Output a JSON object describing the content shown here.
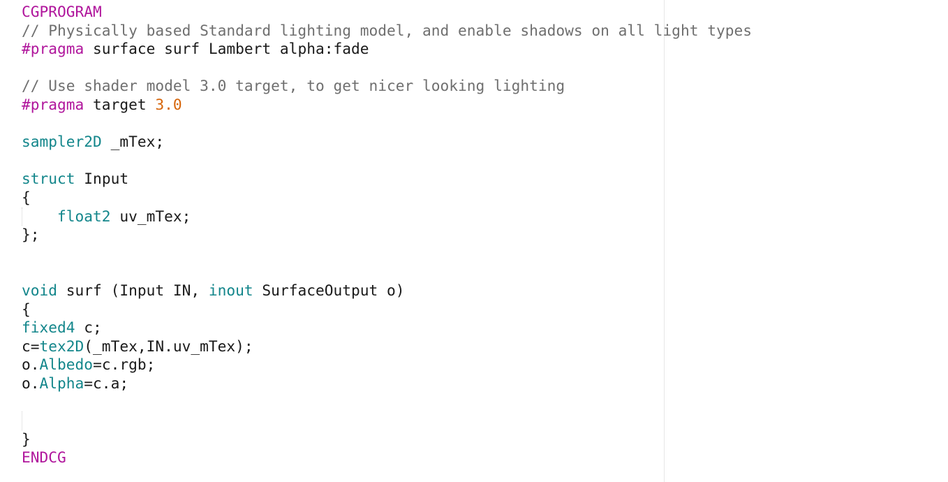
{
  "editor": {
    "lines": [
      {
        "t0": "CGPROGRAM"
      },
      {
        "t0": "// Physically based Standard lighting model, and enable shadows on all light types"
      },
      {
        "t0": "#pragma",
        "t1": " surface surf Lambert alpha:fade"
      },
      {},
      {
        "t0": "// Use shader model 3.0 target, to get nicer looking lighting"
      },
      {
        "t0": "#pragma",
        "t1": " target ",
        "t2": "3.0"
      },
      {},
      {
        "t0": "sampler2D",
        "t1": " _mTex;"
      },
      {},
      {
        "t0": "struct",
        "t1": " Input"
      },
      {
        "t0": "{"
      },
      {
        "t0": "    ",
        "t1": "float2",
        "t2": " uv_mTex;"
      },
      {
        "t0": "};"
      },
      {},
      {},
      {
        "t0": "void",
        "t1": " surf (Input IN, ",
        "t2": "inout",
        "t3": " SurfaceOutput o)"
      },
      {
        "t0": "{"
      },
      {
        "t0": "fixed4",
        "t1": " c;"
      },
      {
        "t0": "c=",
        "t1": "tex2D",
        "t2": "(_mTex,IN.uv_mTex);"
      },
      {
        "t0": "o.",
        "t1": "Albedo",
        "t2": "=c.rgb;"
      },
      {
        "t0": "o.",
        "t1": "Alpha",
        "t2": "=c.a;"
      },
      {},
      {},
      {
        "t0": "}"
      },
      {
        "t0": "ENDCG"
      }
    ],
    "colors": {
      "keyword_magenta": "#b0169c",
      "type_teal": "#13868b",
      "number_orange": "#d6650a",
      "comment_gray": "#6f6f6f",
      "text": "#1a1a1a",
      "guide": "#e6e6e6"
    }
  }
}
